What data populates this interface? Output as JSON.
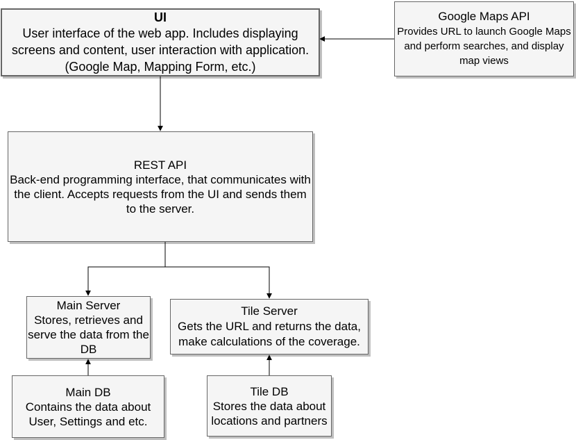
{
  "ui": {
    "title": "UI",
    "description": "User interface of the web app. Includes displaying screens and content, user interaction with application.(Google Map, Mapping Form, etc.)"
  },
  "google_maps_api": {
    "title": "Google Maps API",
    "description": "Provides URL to launch Google Maps and perform searches, and display map views"
  },
  "rest_api": {
    "title": "REST API",
    "description": "Back-end programming interface, that communicates with the client. Accepts requests from the UI and sends them to the server."
  },
  "main_server": {
    "title": "Main Server",
    "description": "Stores, retrieves and serve the data from the DB"
  },
  "tile_server": {
    "title": "Tile Server",
    "description": "Gets the URL and returns the data, make calculations of the coverage."
  },
  "main_db": {
    "title": "Main DB",
    "description": "Contains the data about User, Settings and etc."
  },
  "tile_db": {
    "title": "Tile DB",
    "description": "Stores the data about locations and partners"
  },
  "colors": {
    "box_fill": "#f5f5f5",
    "box_border": "#666666",
    "connector": "#000000"
  }
}
